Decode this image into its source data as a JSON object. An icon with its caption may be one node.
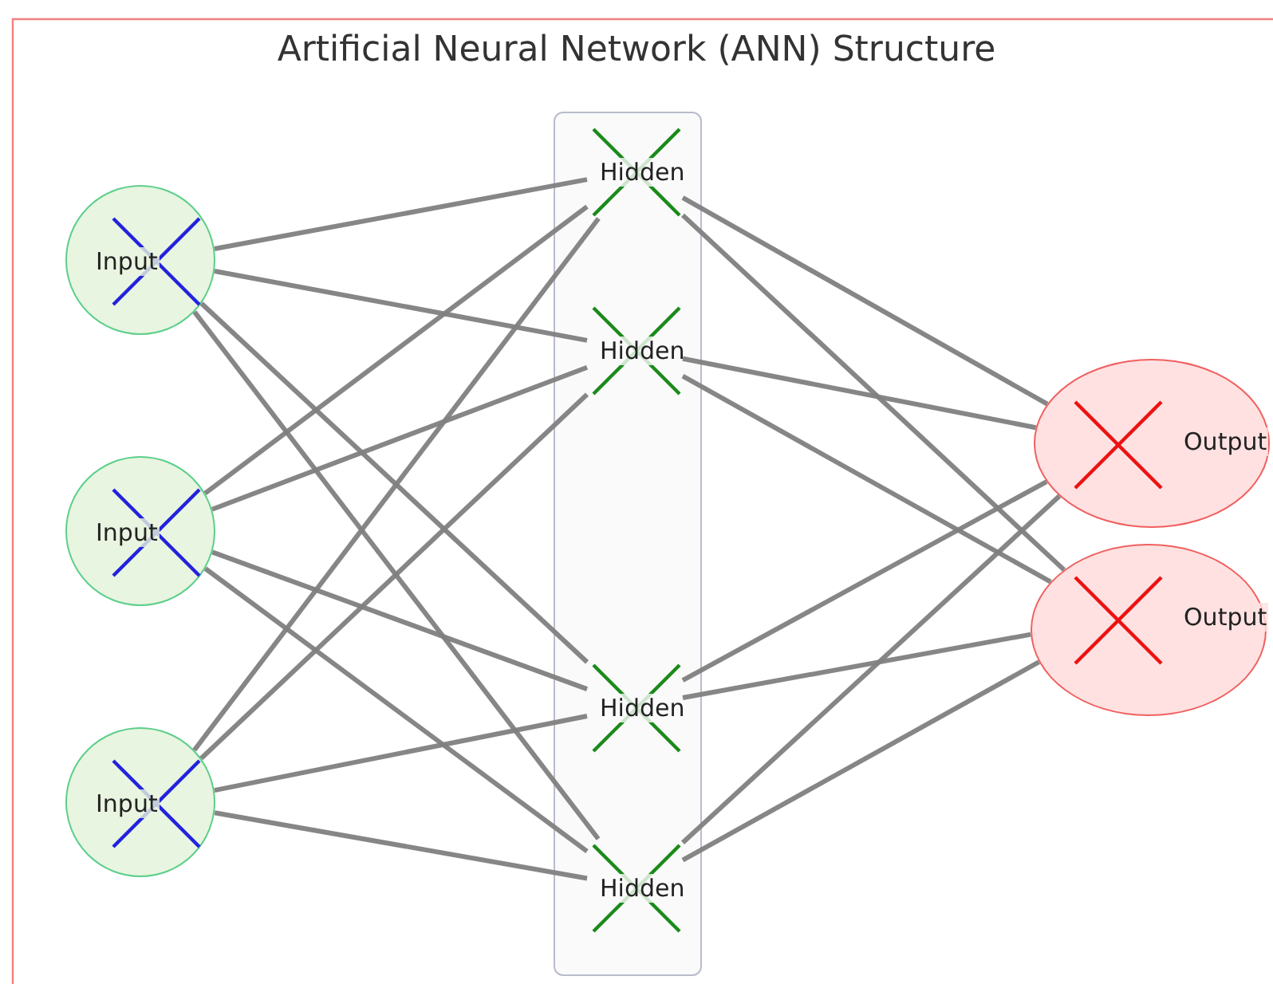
{
  "diagram": {
    "title": "Artificial Neural Network (ANN) Structure",
    "nodes": [
      {
        "text": [
          "Input"
        ]
      },
      {
        "text": [
          "Input"
        ]
      },
      {
        "text": [
          "Input"
        ]
      },
      {
        "text": [],
        "shape": "box"
      },
      {
        "text": [
          "Hidden"
        ],
        "in": 3
      },
      {
        "text": [
          "Hidden"
        ],
        "in": 3
      },
      {
        "text": [
          "Hidden"
        ],
        "in": 3
      },
      {
        "text": [
          "Hidden"
        ],
        "in": 3
      },
      {
        "text": [
          "Output"
        ]
      },
      {
        "text": [
          "Output"
        ]
      }
    ],
    "edges": [
      {
        "from": 0,
        "to": 4,
        "arrow": "none"
      },
      {
        "from": 0,
        "to": 5,
        "arrow": "none"
      },
      {
        "from": 0,
        "to": 6,
        "arrow": "none"
      },
      {
        "from": 0,
        "to": 7,
        "arrow": "none"
      },
      {
        "from": 1,
        "to": 4,
        "arrow": "none"
      },
      {
        "from": 1,
        "to": 5,
        "arrow": "none"
      },
      {
        "from": 1,
        "to": 6,
        "arrow": "none"
      },
      {
        "from": 1,
        "to": 7,
        "arrow": "none"
      },
      {
        "from": 2,
        "to": 4,
        "arrow": "none"
      },
      {
        "from": 2,
        "to": 5,
        "arrow": "none"
      },
      {
        "from": 2,
        "to": 6,
        "arrow": "none"
      },
      {
        "from": 2,
        "to": 7,
        "arrow": "none"
      },
      {
        "from": 4,
        "to": 8,
        "arrow": "none"
      },
      {
        "from": 4,
        "to": 9,
        "arrow": "none"
      },
      {
        "from": 5,
        "to": 8,
        "arrow": "none"
      },
      {
        "from": 5,
        "to": 9,
        "arrow": "none"
      },
      {
        "from": 6,
        "to": 8,
        "arrow": "none"
      },
      {
        "from": 6,
        "to": 9,
        "arrow": "none"
      },
      {
        "from": 7,
        "to": 8,
        "arrow": "none"
      },
      {
        "from": 7,
        "to": 9,
        "arrow": "none"
      }
    ]
  }
}
